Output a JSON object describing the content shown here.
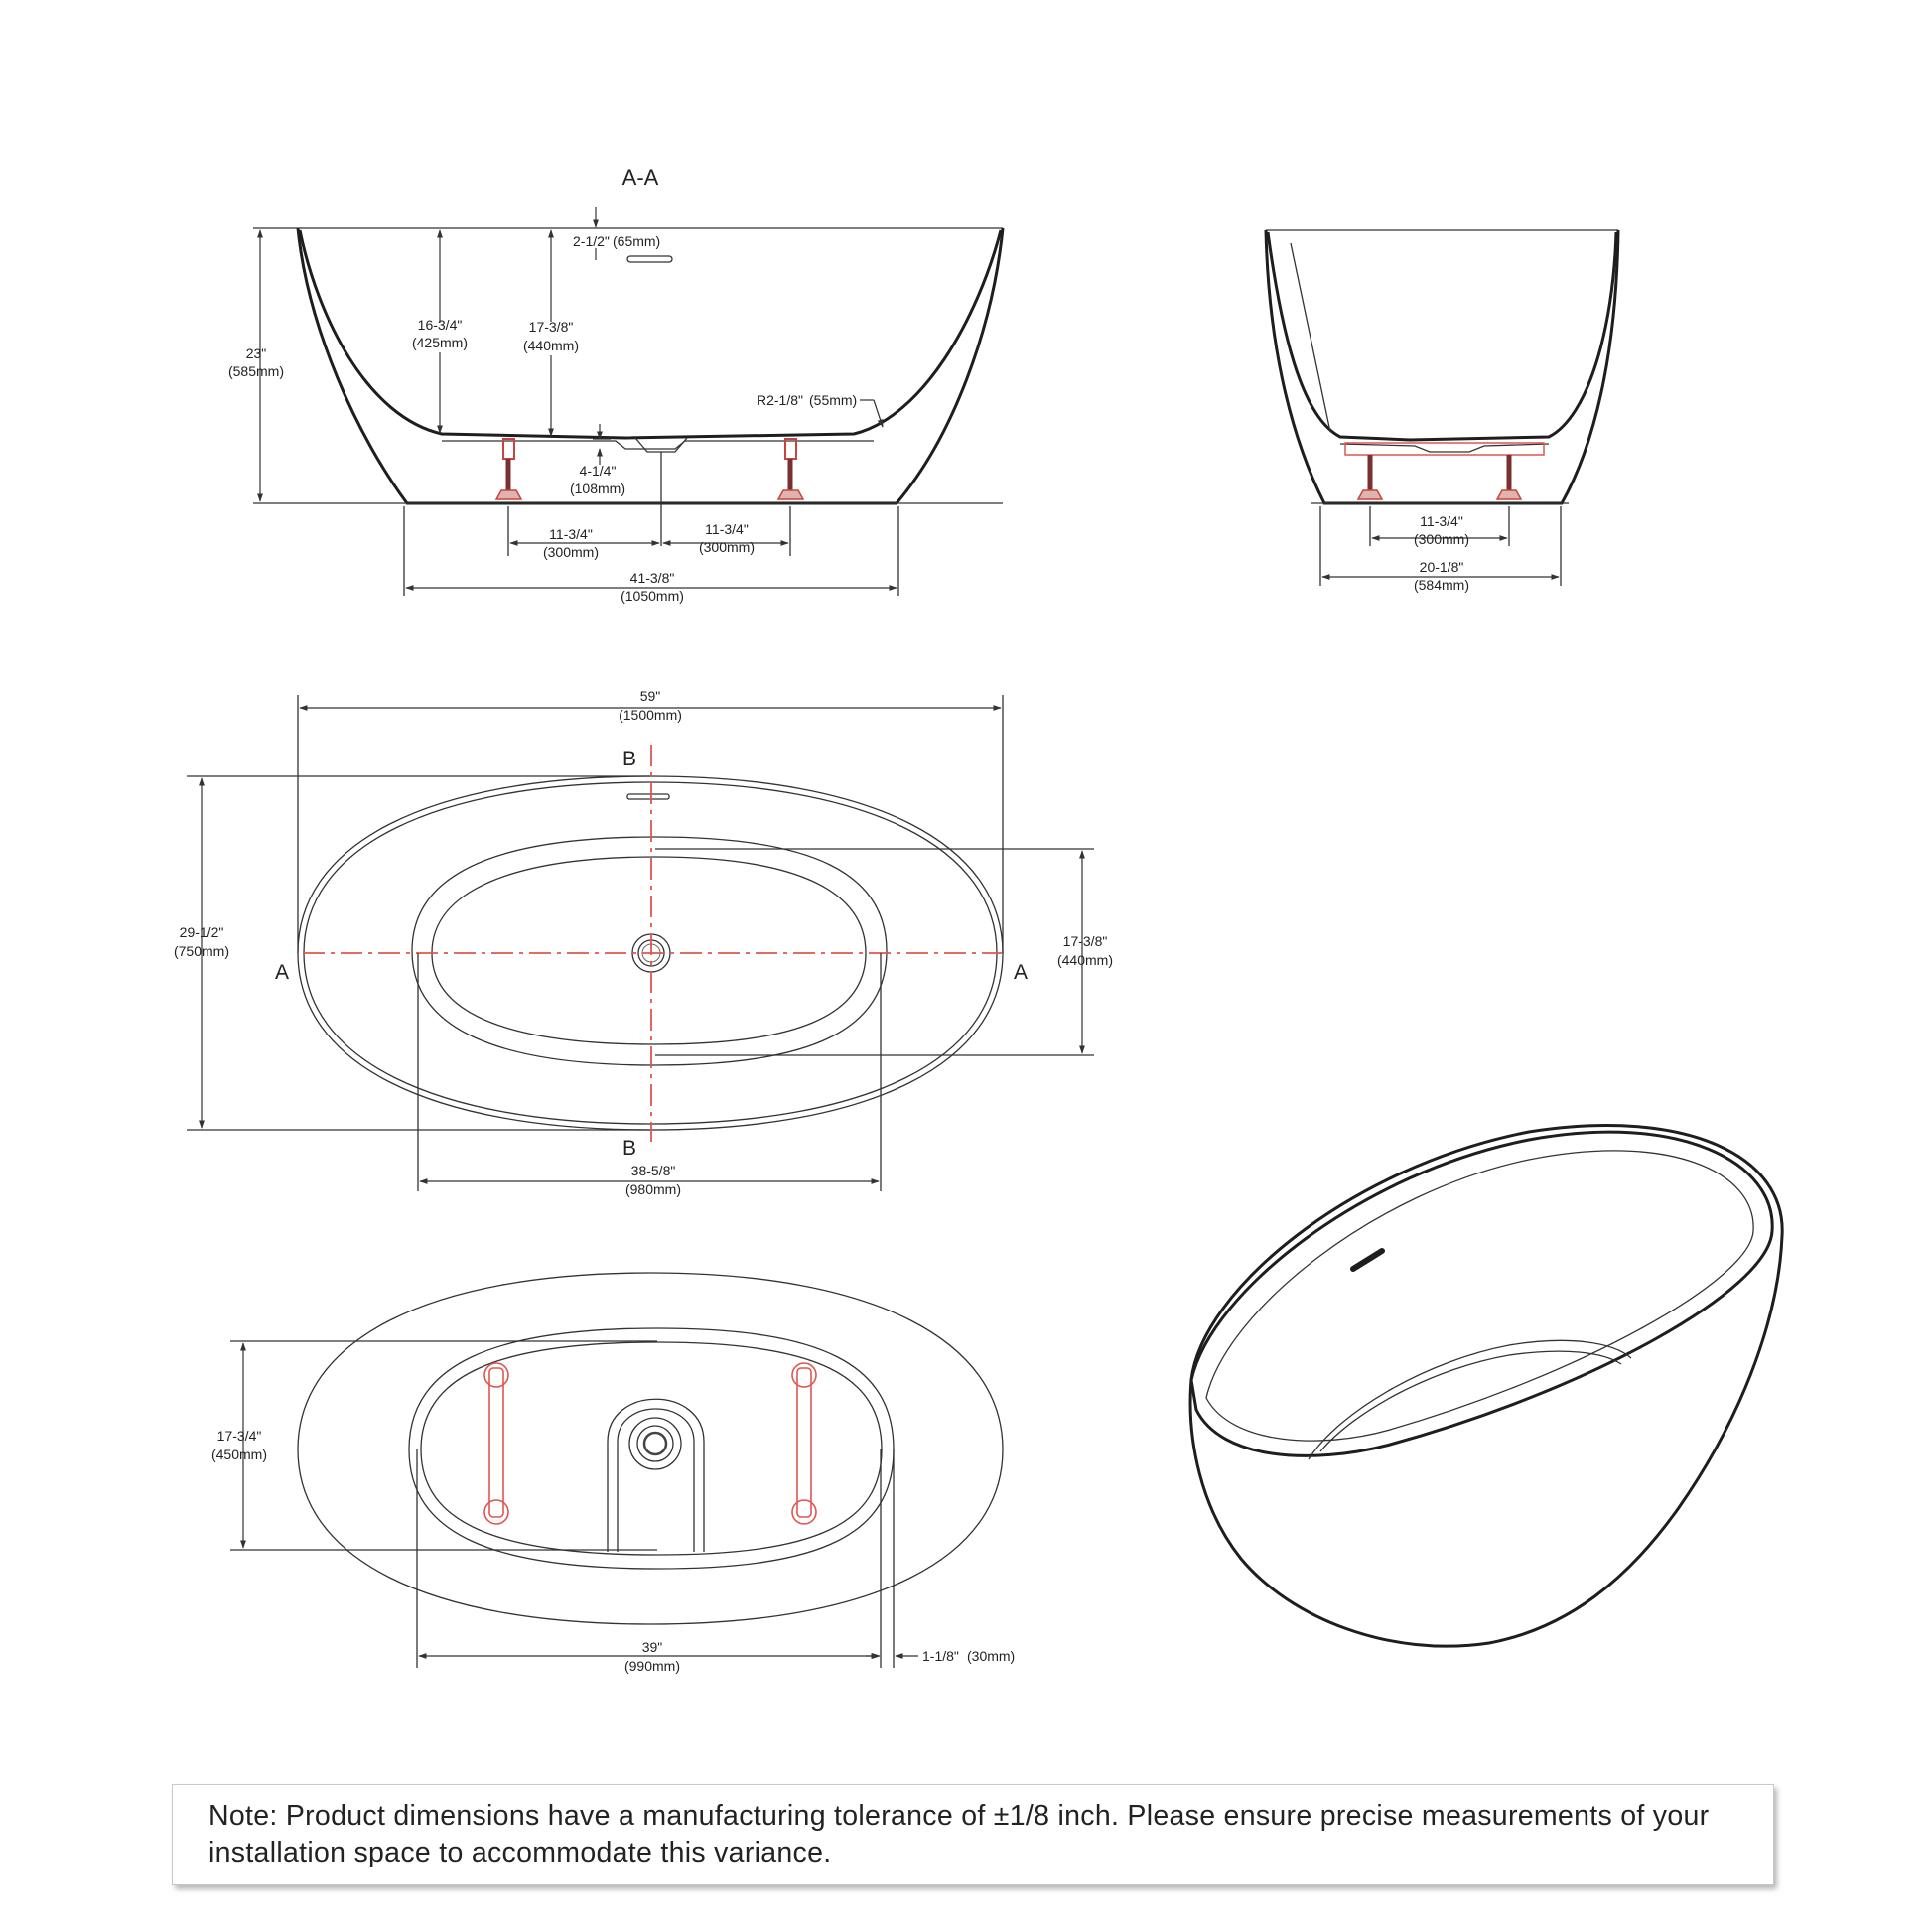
{
  "diagram": {
    "section_title": "A-A",
    "section_marks": {
      "a": "A",
      "b": "B"
    },
    "front_section": {
      "overflow_in": "2-1/2\"",
      "overflow_mm": "(65mm)",
      "inner_depth_a_in": "16-3/4\"",
      "inner_depth_a_mm": "(425mm)",
      "inner_depth_b_in": "17-3/8\"",
      "inner_depth_b_mm": "(440mm)",
      "height_in": "23\"",
      "height_mm": "(585mm)",
      "radius_in": "R2-1/8\"",
      "radius_mm": "(55mm)",
      "drain_in": "4-1/4\"",
      "drain_mm": "(108mm)",
      "leg_left_in": "11-3/4\"",
      "leg_left_mm": "(300mm)",
      "leg_right_in": "11-3/4\"",
      "leg_right_mm": "(300mm)",
      "base_in": "41-3/8\"",
      "base_mm": "(1050mm)"
    },
    "side_section": {
      "legs_in": "11-3/4\"",
      "legs_mm": "(300mm)",
      "base_in": "20-1/8\"",
      "base_mm": "(584mm)"
    },
    "top_view": {
      "length_in": "59\"",
      "length_mm": "(1500mm)",
      "width_in": "29-1/2\"",
      "width_mm": "(750mm)",
      "inner_width_in": "17-3/8\"",
      "inner_width_mm": "(440mm)",
      "inner_length_in": "38-5/8\"",
      "inner_length_mm": "(980mm)"
    },
    "bottom_view": {
      "inner_width_in": "17-3/4\"",
      "inner_width_mm": "(450mm)",
      "inner_length_in": "39\"",
      "inner_length_mm": "(990mm)",
      "edge_in": "1-1/8\"",
      "edge_mm": "(30mm)"
    },
    "colors": {
      "outline": "#1e1e1e",
      "centerline": "#e0554f",
      "foot": "#c8453f"
    }
  },
  "note": {
    "text": "Note: Product dimensions have a manufacturing tolerance of ±1/8 inch. Please ensure precise measurements of your installation space to accommodate this variance."
  }
}
